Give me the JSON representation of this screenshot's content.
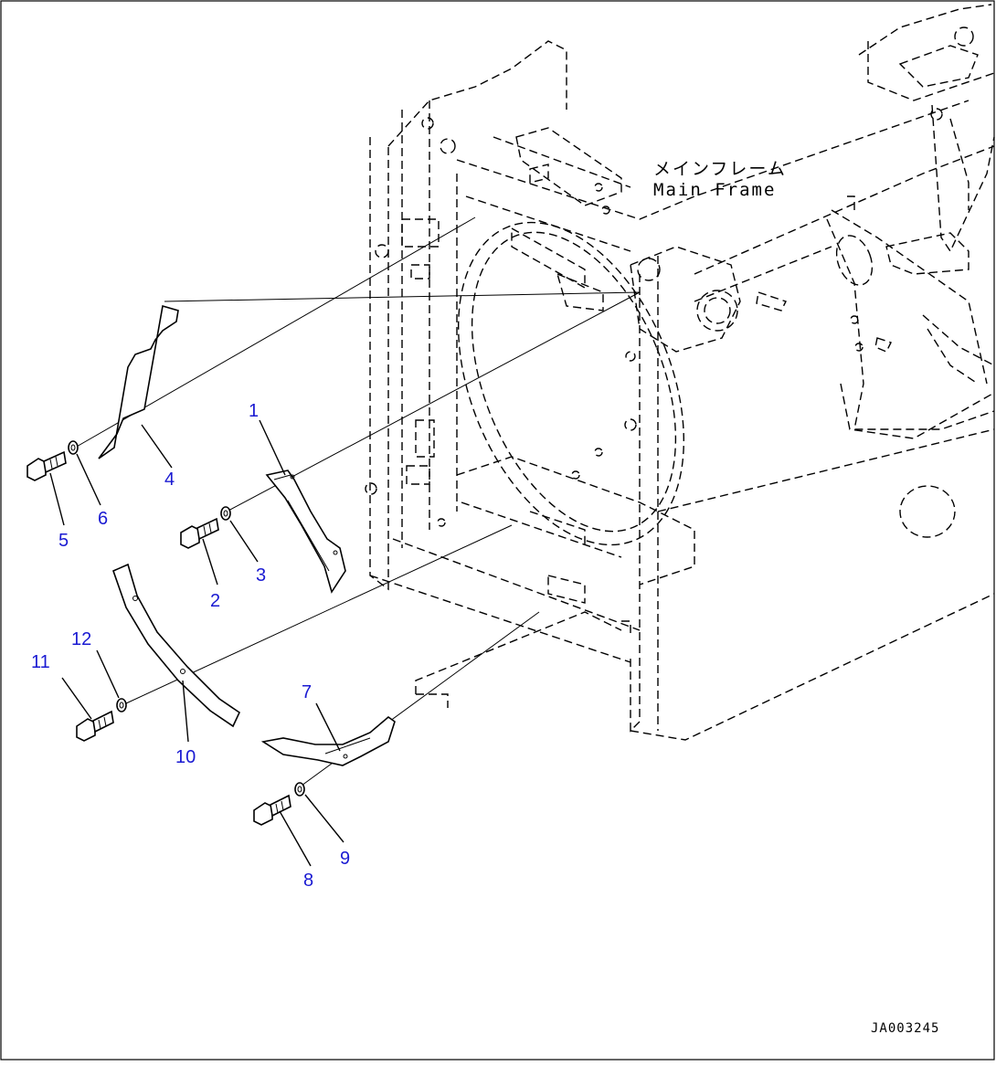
{
  "diagram": {
    "frame_label_jp": "メインフレーム",
    "frame_label_en": "Main Frame",
    "drawing_code": "JA003245",
    "callouts": [
      "1",
      "2",
      "3",
      "4",
      "5",
      "6",
      "7",
      "8",
      "9",
      "10",
      "11",
      "12"
    ],
    "callout_color": "#1a1ad2"
  }
}
